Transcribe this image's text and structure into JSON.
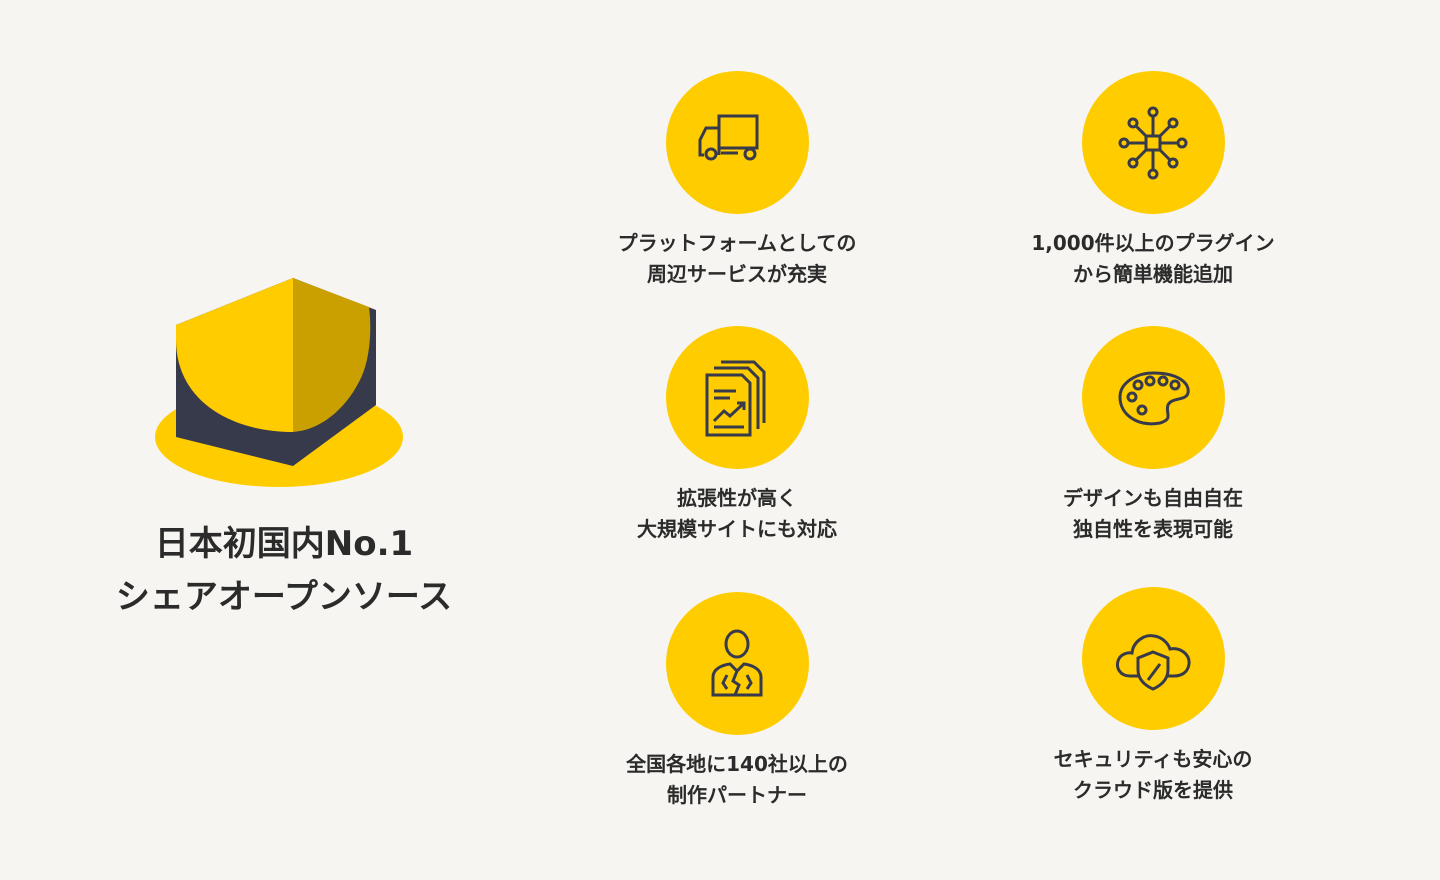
{
  "hero": {
    "title_line1": "日本初国内No.1",
    "title_line2": "シェアオープンソース"
  },
  "colors": {
    "accent": "#ffcc00",
    "dark": "#373a4a",
    "background": "#f6f5f2",
    "accent_dark": "#c9a000"
  },
  "features": [
    {
      "icon": "truck-icon",
      "line1": "プラットフォームとしての",
      "line2": "周辺サービスが充実"
    },
    {
      "icon": "network-hub-icon",
      "line1": "1,000件以上のプラグイン",
      "line2": "から簡単機能追加"
    },
    {
      "icon": "report-chart-icon",
      "line1": "拡張性が高く",
      "line2": "大規模サイトにも対応"
    },
    {
      "icon": "palette-icon",
      "line1": "デザインも自由自在",
      "line2": "独自性を表現可能"
    },
    {
      "icon": "partner-person-icon",
      "line1": "全国各地に140社以上の",
      "line2": "制作パートナー"
    },
    {
      "icon": "cloud-shield-icon",
      "line1": "セキュリティも安心の",
      "line2": "クラウド版を提供"
    }
  ]
}
